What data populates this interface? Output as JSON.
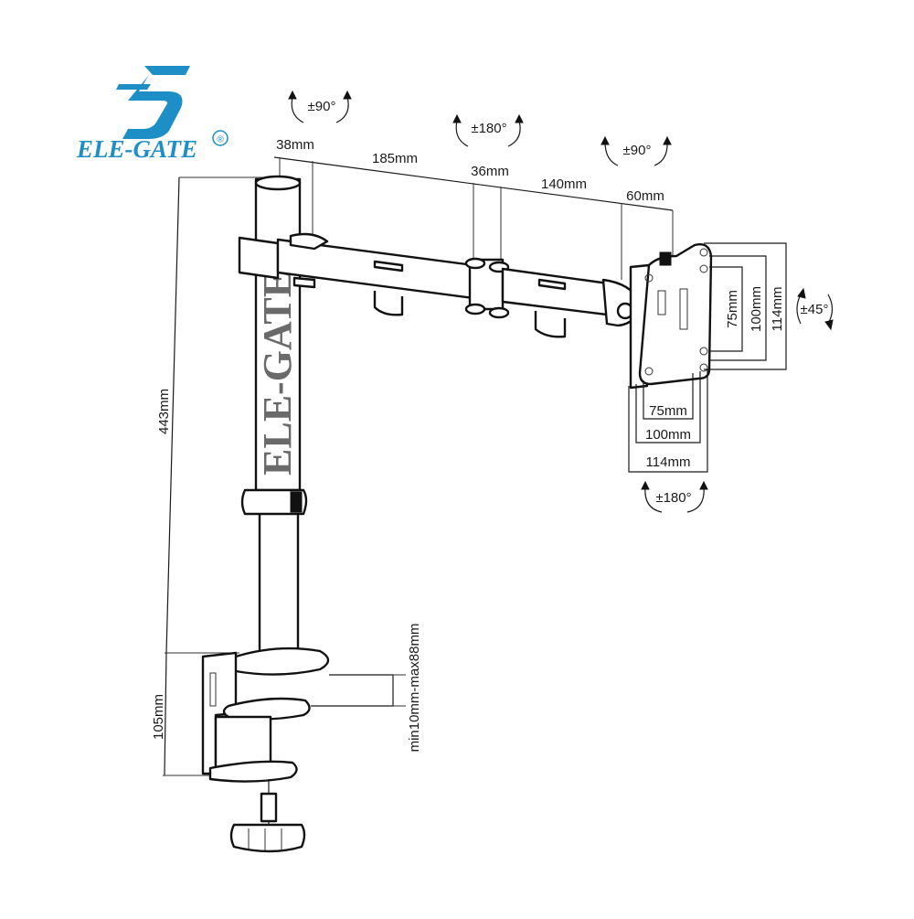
{
  "brand": {
    "name": "ELE-GATE",
    "registered_mark": "®",
    "accent_color": "#1e8fc6",
    "pole_branding": "ELE-GATE"
  },
  "rotations": {
    "pole_swivel": "±90°",
    "arm_joint": "±180°",
    "head_swivel": "±90°",
    "tilt": "±45°",
    "plate_rotation": "±180°"
  },
  "arm_dimensions": {
    "pole_offset": "38mm",
    "first_arm": "185mm",
    "joint": "36mm",
    "second_arm": "140mm",
    "head": "60mm"
  },
  "heights": {
    "pole_height": "443mm",
    "clamp_height": "105mm",
    "desk_thickness": "min10mm-max88mm"
  },
  "vesa": {
    "vertical": [
      "75mm",
      "100mm",
      "114mm"
    ],
    "horizontal": [
      "75mm",
      "100mm",
      "114mm"
    ]
  },
  "icons": [
    "logo-mark-icon",
    "rotation-arrow-icon"
  ],
  "line_color": "#1a1a1a"
}
